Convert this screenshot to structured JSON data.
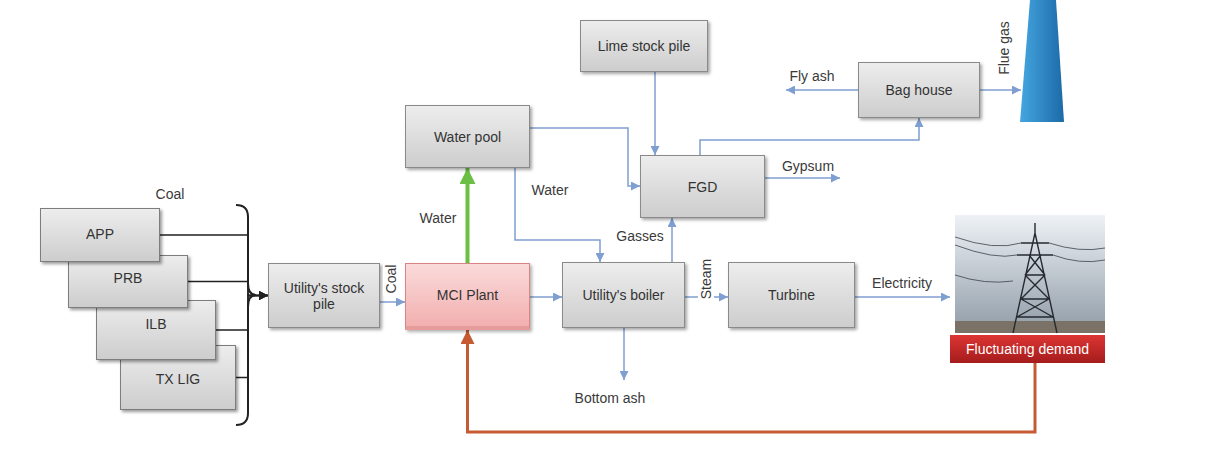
{
  "diagram": {
    "nodes": [
      {
        "text": [
          "APP"
        ]
      },
      {
        "text": [
          "PRB"
        ]
      },
      {
        "text": [
          "ILB"
        ]
      },
      {
        "text": [
          "TX LIG"
        ]
      },
      {
        "text": [
          "Utility's stock pile"
        ]
      },
      {
        "text": [
          "MCI Plant"
        ]
      },
      {
        "text": [
          "Water pool"
        ]
      },
      {
        "text": [
          "Lime stock pile"
        ]
      },
      {
        "text": [
          "FGD"
        ]
      },
      {
        "text": [
          "Bag house"
        ]
      },
      {
        "text": [
          "Utility's boiler"
        ]
      },
      {
        "text": [
          "Turbine"
        ]
      },
      {
        "text": [
          "Fluctuating demand"
        ]
      }
    ],
    "edges": [
      {
        "from": 0,
        "to": 4,
        "arrow": "to"
      },
      {
        "from": 1,
        "to": 4,
        "arrow": "to"
      },
      {
        "from": 2,
        "to": 4,
        "arrow": "to"
      },
      {
        "from": 3,
        "to": 4,
        "arrow": "to"
      },
      {
        "from": 4,
        "to": 5,
        "label": "Coal",
        "arrow": "to"
      },
      {
        "from": 5,
        "to": 10,
        "arrow": "to"
      },
      {
        "from": 5,
        "to": 6,
        "label": "Water",
        "arrow": "to"
      },
      {
        "from": 6,
        "to": 10,
        "label": "Water",
        "arrow": "to"
      },
      {
        "from": 6,
        "to": 8,
        "arrow": "to"
      },
      {
        "from": 7,
        "to": 8,
        "arrow": "to"
      },
      {
        "from": 10,
        "to": 8,
        "label": "Gasses",
        "arrow": "to"
      },
      {
        "from": 8,
        "to": 9,
        "arrow": "to"
      },
      {
        "from": 10,
        "to": 11,
        "label": "Steam",
        "arrow": "to"
      },
      {
        "from": 11,
        "to": 12,
        "label": "Electricity",
        "arrow": "to"
      },
      {
        "from": 12,
        "to": 5,
        "arrow": "to"
      }
    ],
    "labels": [
      "Coal",
      "Fly ash",
      "Flue gas",
      "Gypsum",
      "Bottom ash"
    ]
  }
}
